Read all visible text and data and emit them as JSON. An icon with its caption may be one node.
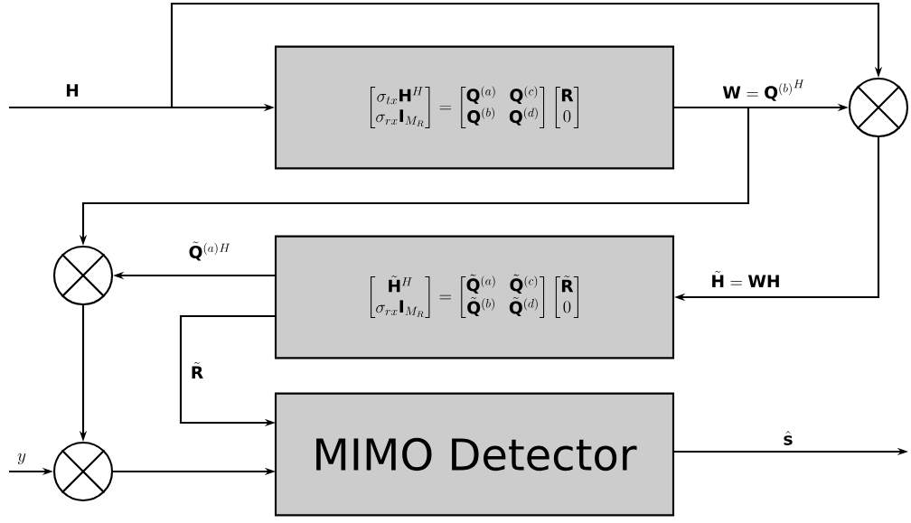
{
  "diagram": {
    "nodes": [
      {
        "text": [
          "\\begin{bmatrix}\\sigma_{tx}\\mathbf{H}^H\\\\ \\sigma_{rx}\\mathbf{I}_{M_R}\\end{bmatrix} = \\begin{bmatrix}\\mathbf{Q}^{(a)} & \\mathbf{Q}^{(c)}\\\\ \\mathbf{Q}^{(b)} & \\mathbf{Q}^{(d)}\\end{bmatrix}\\begin{bmatrix}\\mathbf{R}\\\\ 0\\end{bmatrix}"
        ]
      },
      {
        "text": [],
        "shape": "circle"
      },
      {
        "text": [
          "\\begin{bmatrix}\\tilde{\\mathbf{H}}^H\\\\ \\sigma_{rx}\\mathbf{I}_{M_R}\\end{bmatrix} = \\begin{bmatrix}\\mathord{\\tilde{\\mathbf{Q}}}^{(a)} & \\mathord{\\tilde{\\mathbf{Q}}}^{(c)}\\\\ \\mathord{\\tilde{\\mathbf{Q}}}^{(b)} & \\mathord{\\tilde{\\mathbf{Q}}}^{(d)}\\end{bmatrix}\\begin{bmatrix}\\tilde{\\mathbf{R}}\\\\ 0\\end{bmatrix}"
        ]
      },
      {
        "text": [],
        "shape": "circle"
      },
      {
        "text": [],
        "shape": "circle"
      },
      {
        "text": [
          "MIMO Detector"
        ]
      }
    ],
    "edges": [
      {
        "from": null,
        "to": 0,
        "arrow": "to",
        "label": "\\mathbf{H}"
      },
      {
        "from": null,
        "to": 1,
        "arrow": "to"
      },
      {
        "from": 0,
        "to": 1,
        "arrow": "to",
        "label": "\\mathbf{W} = \\mathord{\\mathbf{Q}^{(b)}}^H"
      },
      {
        "from": 0,
        "to": 3,
        "arrow": "to"
      },
      {
        "from": 1,
        "to": 2,
        "arrow": "to",
        "label": "\\tilde{\\mathbf{H}} = \\mathbf{W}\\mathbf{H}"
      },
      {
        "from": 2,
        "to": 3,
        "arrow": "to",
        "label": "\\tilde{\\mathbf{Q}}^{(a)}{}^{H}"
      },
      {
        "from": 2,
        "to": 5,
        "arrow": "to",
        "label": "\\tilde{\\mathbf{R}}"
      },
      {
        "from": 3,
        "to": 4,
        "arrow": "to"
      },
      {
        "from": null,
        "to": 4,
        "arrow": "to",
        "label": "y"
      },
      {
        "from": 4,
        "to": 5,
        "arrow": "to"
      },
      {
        "from": 5,
        "to": null,
        "arrow": "to",
        "label": "\\hat{\\mathbf{s}}"
      }
    ]
  }
}
